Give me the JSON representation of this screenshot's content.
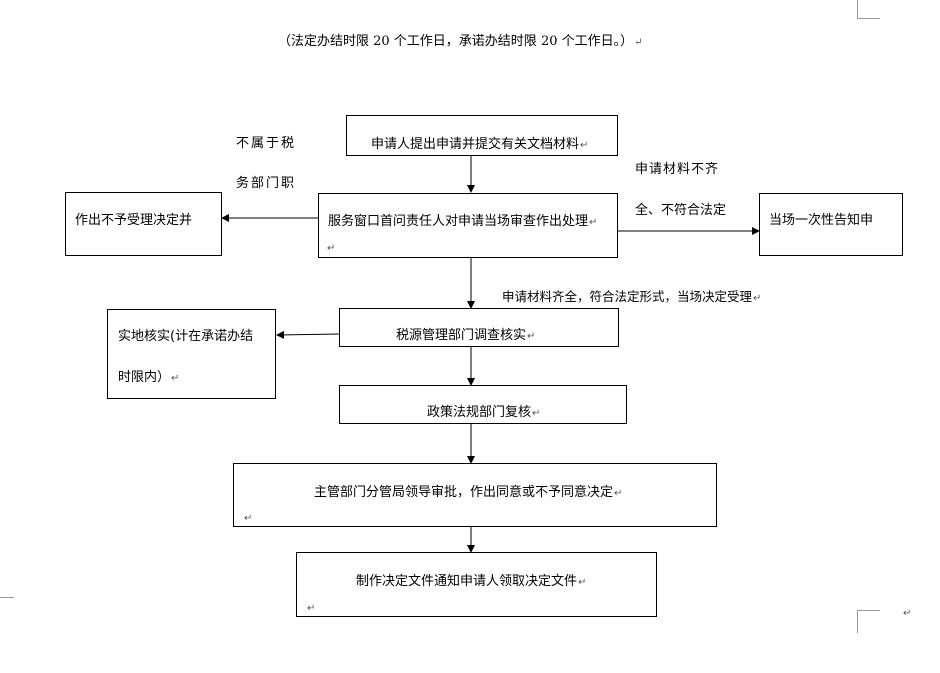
{
  "header": {
    "note": "（法定办结时限 20 个工作日，承诺办结时限 20 个工作日。）"
  },
  "flow": {
    "step1": "申请人提出申请并提交有关文档材料",
    "step2": "服务窗口首问责任人对申请当场审查作出处理",
    "reject_box": "作出不予受理决定并",
    "reject_label_line1": "不属于税",
    "reject_label_line2": "务部门职",
    "incomplete_label_line1": "申请材料不齐",
    "incomplete_label_line2": "全、不符合法定",
    "inform_box": "当场一次性告知申",
    "accept_label": "申请材料齐全，符合法定形式，当场决定受理",
    "step3": "税源管理部门调查核实",
    "onsite_line1": "实地核实(计在承诺办结",
    "onsite_line2": "时限内）",
    "step4": "政策法规部门复核",
    "step5": "主管部门分管局领导审批，作出同意或不予同意决定",
    "step6": "制作决定文件通知申请人领取决定文件"
  },
  "paragraph_mark": "↵"
}
